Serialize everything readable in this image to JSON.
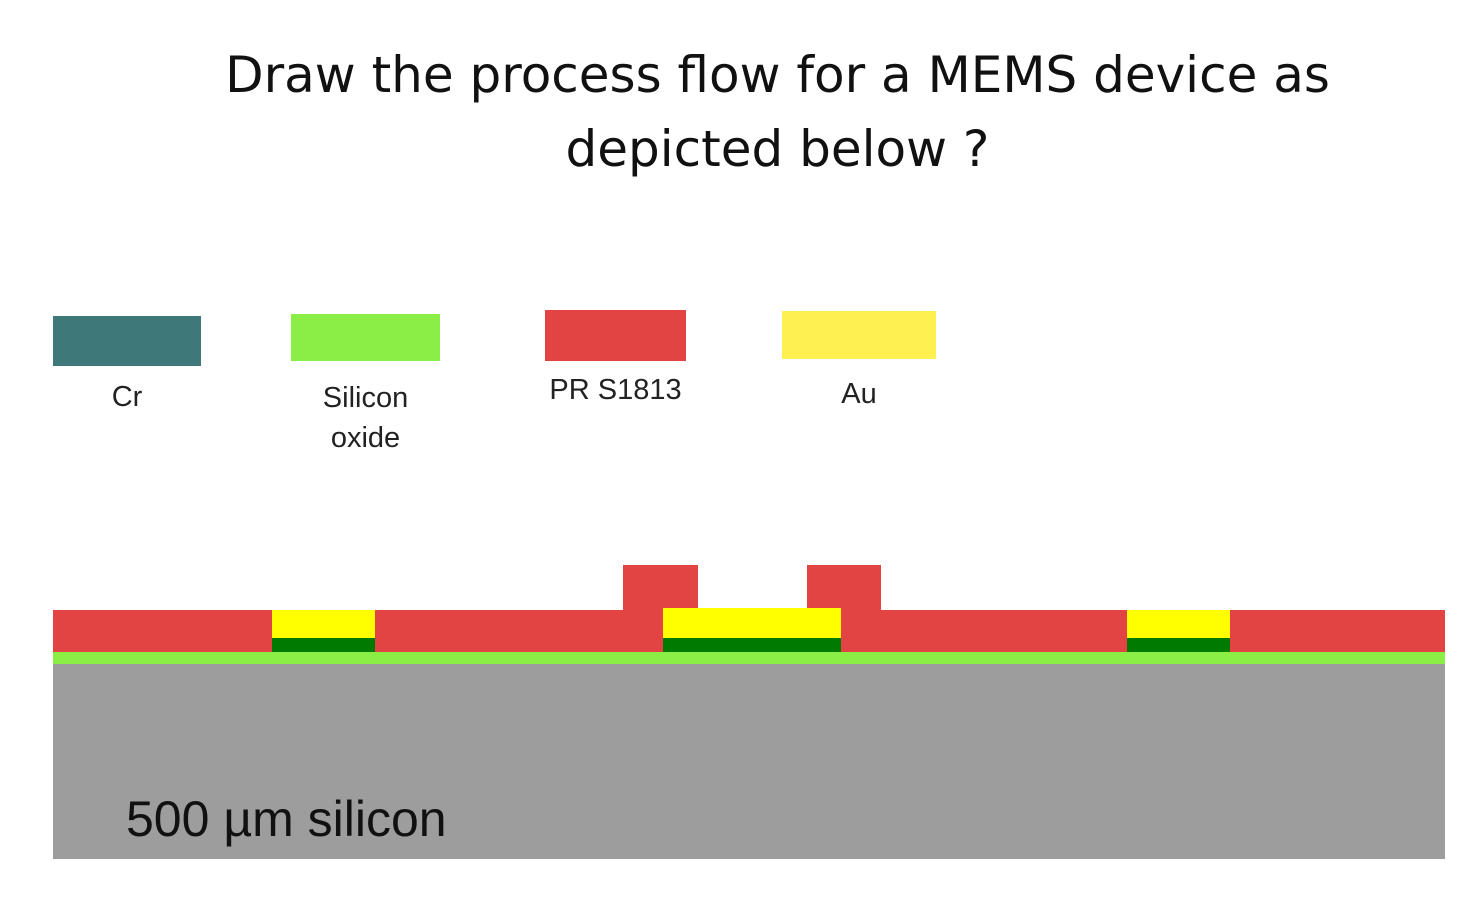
{
  "title": {
    "line1": "Draw the process flow for a MEMS device as",
    "line2": "depicted below ?"
  },
  "legend": [
    {
      "label_lines": [
        "Cr"
      ],
      "color": "#3e7878"
    },
    {
      "label_lines": [
        "Silicon",
        "oxide"
      ],
      "color": "#8aee44"
    },
    {
      "label_lines": [
        "PR S1813"
      ],
      "color": "#e24444"
    },
    {
      "label_lines": [
        "Au"
      ],
      "color": "#fef050"
    }
  ],
  "cross_section": {
    "substrate_label": "500 µm silicon",
    "colors": {
      "substrate": "#9d9d9d",
      "oxide": "#8aee44",
      "photoresist": "#e24444",
      "gold": "#ffff00",
      "chromium": "#007a00"
    }
  }
}
